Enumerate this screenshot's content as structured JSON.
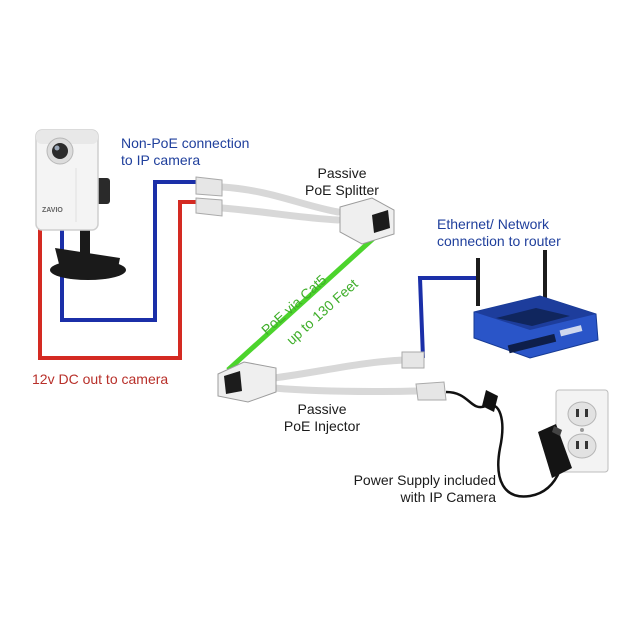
{
  "labels": {
    "non_poe": "Non-PoE connection\nto IP camera",
    "splitter": "Passive\nPoE Splitter",
    "ethernet": "Ethernet/ Network\nconnection to router",
    "poe_cat5": "PoE via Cat5",
    "distance": "up to 130 Feet",
    "dc_out": "12v DC out to camera",
    "injector": "Passive\nPoE Injector",
    "power_supply": "Power Supply included\nwith IP Camera",
    "camera_brand": "ZAVIO"
  },
  "colors": {
    "ethernet_line": "#1b2fa8",
    "power_line": "#d42a22",
    "poe_line": "#4cd42c",
    "label_blue": "#1f3f9c",
    "label_red": "#b8302a",
    "label_green": "#3fae2a",
    "router_blue": "#2a55c8"
  }
}
